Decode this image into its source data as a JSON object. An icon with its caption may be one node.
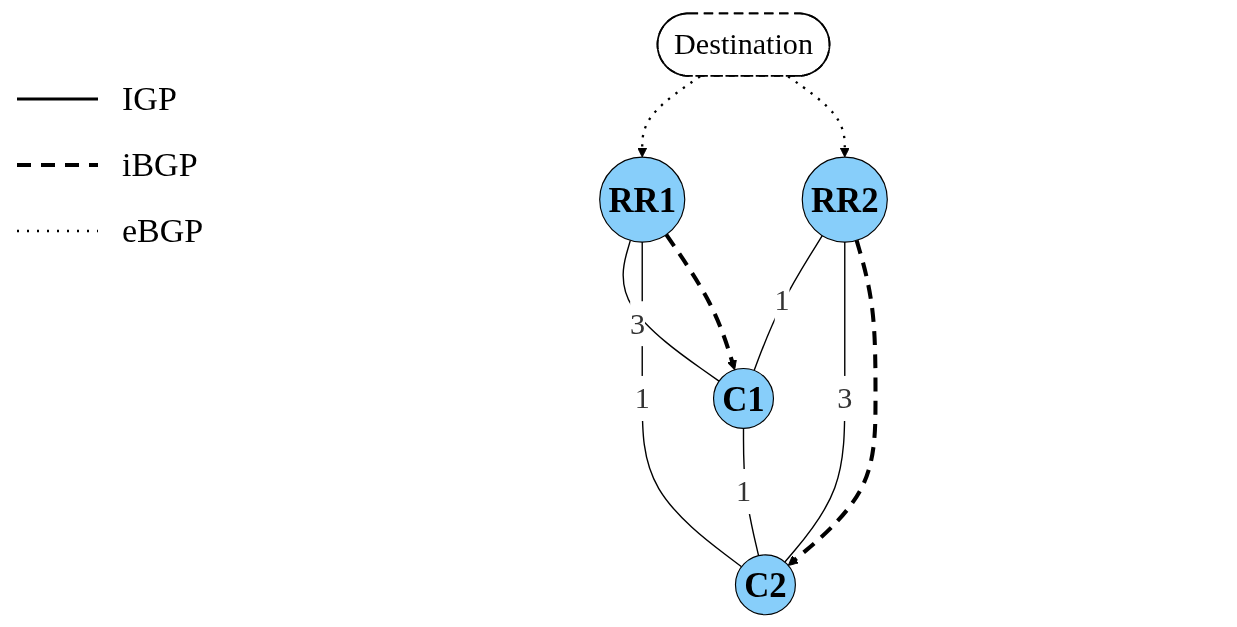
{
  "diagram": {
    "nodes": [
      {
        "text": [
          "Destination"
        ]
      },
      {
        "text": [
          "RR1"
        ]
      },
      {
        "text": [
          "RR2"
        ]
      },
      {
        "text": [
          "C1"
        ]
      },
      {
        "text": [
          "C2"
        ]
      }
    ],
    "edges": [
      {
        "from": 0,
        "to": 1,
        "arrow": "to",
        "style": "dashed"
      },
      {
        "from": 0,
        "to": 2,
        "arrow": "to",
        "style": "dashed"
      },
      {
        "from": 1,
        "to": 3,
        "arrow": "none",
        "label": "3"
      },
      {
        "from": 1,
        "to": 4,
        "arrow": "none",
        "label": "1"
      },
      {
        "from": 2,
        "to": 3,
        "arrow": "none",
        "label": "1"
      },
      {
        "from": 2,
        "to": 4,
        "arrow": "none",
        "label": "3"
      },
      {
        "from": 3,
        "to": 4,
        "arrow": "none",
        "label": "1"
      },
      {
        "from": 1,
        "to": 3,
        "arrow": "to",
        "style": "dashed"
      },
      {
        "from": 2,
        "to": 4,
        "arrow": "to",
        "style": "dashed"
      }
    ],
    "legend": [
      {
        "text": "IGP"
      },
      {
        "text": "iBGP"
      },
      {
        "text": "eBGP"
      }
    ]
  }
}
